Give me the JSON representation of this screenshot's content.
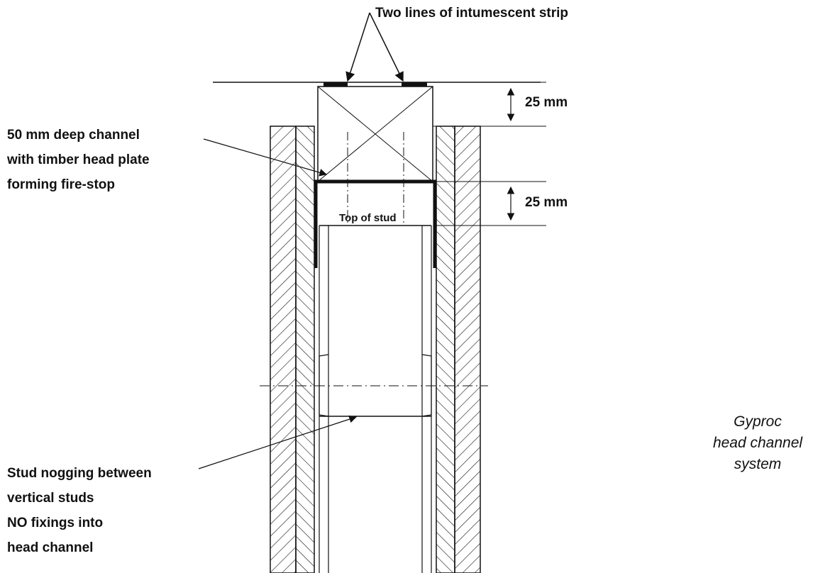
{
  "labels": {
    "intumescent": "Two lines of intumescent strip",
    "dim_top": "25 mm",
    "dim_channel": "25 mm",
    "channel_line1": "50 mm deep channel",
    "channel_line2": "with timber head plate",
    "channel_line3": "forming fire-stop",
    "top_of_stud": "Top of stud",
    "nogging_line1": "Stud nogging between",
    "nogging_line2": "vertical studs",
    "nogging_line3": "NO fixings into",
    "nogging_line4": "head channel"
  },
  "caption": {
    "line1": "Gyproc",
    "line2": "head channel",
    "line3": "system"
  },
  "colors": {
    "ink": "#111111",
    "paper": "#ffffff"
  }
}
